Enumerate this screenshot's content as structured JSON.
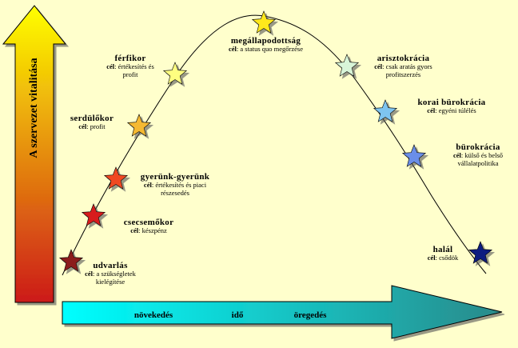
{
  "axis": {
    "vertical_label": "A szervezet vitalitása",
    "horizontal_labels": [
      "növekedés",
      "idő",
      "öregedés"
    ]
  },
  "goal_prefix": "cél",
  "stages": [
    {
      "title": "udvarlás",
      "goal": "a szükségletek kielégítése",
      "color": "#8B1A1A"
    },
    {
      "title": "csecsemőkor",
      "goal": "készpénz",
      "color": "#D81E1E"
    },
    {
      "title": "gyerünk-gyerünk",
      "goal": "értékesítés és piaci részesedés",
      "color": "#F04A24"
    },
    {
      "title": "serdülőkor",
      "goal": "profit",
      "color": "#F5B930"
    },
    {
      "title": "férfikor",
      "goal": "értékesítés és profit",
      "color": "#FFFF80"
    },
    {
      "title": "megállapodottság",
      "goal": "a status quo megőrzése",
      "color": "#FFE81A"
    },
    {
      "title": "arisztokrácia",
      "goal": "csak aratás gyors profitszerzés",
      "color": "#D8F5D8"
    },
    {
      "title": "korai bürokrácia",
      "goal": "egyéni túlélés",
      "color": "#7EC4F0"
    },
    {
      "title": "bürokrácia",
      "goal": "külső és belső vállalatpolitika",
      "color": "#6A8EE8"
    },
    {
      "title": "halál",
      "goal": "csődök",
      "color": "#0C1A80"
    }
  ],
  "colors": {
    "background": "#FFFFCC",
    "vertical_arrow_top": "#FFFF00",
    "vertical_arrow_bottom": "#CC1A1A",
    "horizontal_arrow_left": "#00FFFF",
    "horizontal_arrow_right": "#2A8A8A",
    "curve": "#000000"
  }
}
